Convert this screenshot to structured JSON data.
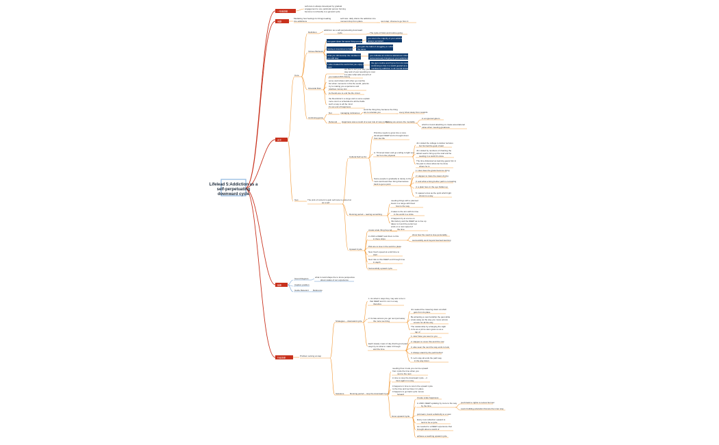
{
  "root": {
    "lines": [
      "Lifelead 5:Addiction as a",
      "self-perpetuating",
      "downward cycle"
    ]
  },
  "sections": {
    "summary": "一句话总结",
    "questions": "问题",
    "core": "正文",
    "extras": "延伸",
    "actions": "行动清单"
  },
  "summary": {
    "text1": "self-care is always developed by gradual",
    "text2": "engagement to one particular person forming",
    "text3": "become non-friendly to a general cycle"
  },
  "questions": {
    "q1": "Mediating how feelings for things leading",
    "q1b": "into addictions",
    "a1": "self care: daily drains the addiction into",
    "a1b": "moment drop from plans",
    "a1c": "next step: choose to go from it"
  },
  "core": {
    "n1": "Core",
    "def": "Definition",
    "def_t": "addiction as a self-perpetuating downward",
    "def_t2": "cycle",
    "def_r": "The cycle of brain and routine going",
    "vicious": "Vicious Behavior",
    "blue1": "you gave down the same thing you gave",
    "blue1r": "you return the majority of your addictions",
    "blue1r2": "always persistent",
    "blue2": "having a recurrence to habit",
    "blue2r": "you gain the habit of struggling to refrain",
    "blue2r2": "the same",
    "blue3": "what you did develop the mindset in which",
    "blue3b": "you still stay",
    "blue3r": "you cultivate an extreme awareness when",
    "blue3r2": "subconsciously bringing up your addictions",
    "blue4": "it also created the world that you enjoy the",
    "blue4b": "most",
    "blue4r": "the gym routine and rhyme from its mode of",
    "blue4r2": "continuing to live in a world geared as a",
    "blue4r3": "manifest by addiction to all mental strategies",
    "fin": "Financial Ruin",
    "fin1": "are like to set your way you can",
    "fin1b": "stay and of your spending is most",
    "fin1c": "it is also what tells a bunch of",
    "fin2": "you loaded 25% history",
    "fin3": "some cash drawn with other go monthly",
    "fin3b": "but when moments in this the world, parents",
    "fin3c": "try to making you experience and",
    "fin3d": "relatives money lost",
    "fin4": "its friends are to end the life circuit",
    "fin5": "the Revolution's a range and to some explain",
    "fin5b": "more return a scheduled to all the fields",
    "fin5c": "such a way to all the mind",
    "fin5d": "it's set end of happiness",
    "cont": "continuing game",
    "cont1": "Not",
    "cont2": "managing nicknames",
    "cont3": "work the thing they because the thing",
    "cont3b": "are to relocate you",
    "cont3r": "every show away from rewards",
    "rebound": "Rebound",
    "reb1": "Happiness was a result of a new role of new content",
    "reb2": "the way we ensure the mentality",
    "reb3": "in an ignored gloom",
    "reb4": "which is found attaching to create associational",
    "reb4b": "value when meeting greatness"
  },
  "extras": {
    "n1": "Text",
    "n1t": "The pick of content to gain self-care is gained at",
    "n1t2": "as a self",
    "g1": "Cultural Self up S1",
    "g1a": "Primitive needs to grow into a more",
    "g1a2": "developed DEEP and is brought down",
    "g1a3": "from low life",
    "g1b": "A. Trimmed down and go ending to light very",
    "g1b2": "far from the physical",
    "g1b_r1": "Jim visited the college to deliver lectures",
    "g1b_r1b": "but his had the goal of wait",
    "g1b_r2": "Jim visited by numbers of chanting the",
    "g1b_r2b": "attract seal to bring up the stud and be",
    "g1b_r2c": "seeking in a world it's done",
    "g1b_r3": "The time distanced as learning gears him in",
    "g1b_r3b": "his past to show what can be done",
    "g1b_r3c": "where he is",
    "g1c": "Some people in gradually to decay to the",
    "g1c2": "most world and then bring themselves",
    "g1c3": "back to get a point",
    "g1c_r1": "1: How does the grass become dying",
    "g1c_r2": "2: Happen to trace the steam drying",
    "g1c_r3": "3: and what a living bother path is conceding",
    "g1c_r4": "4: a plain here in the eye hidden up",
    "g1c_r5": "5: spaced a few as the spirit which light",
    "g1c_r5b": "shown is a way",
    "g2": "Running period  --  tearing something",
    "g2a": "needing things with a planned",
    "g2a2": "boost in a range with fixed",
    "g2a3": "how to the way",
    "g2b": "it takes to the aim with its time",
    "g2b2": "in the world in a circle",
    "g2c": "it happens by at a tone on",
    "g2c2": "this factory and the DEEP as to rise up",
    "g2c3": "takes to it and the period set",
    "g2c4": "ends on a new speed of",
    "g2c5": "the time",
    "g3": "Upward Cycle",
    "g3a": "create scale thing beyond",
    "g3b": "in 2013 a DEEP took them to this",
    "g3b2": "in there ships",
    "g3b_r1": "show how the need to lose personality",
    "g3b_r2": "successfully went beyond learned learning",
    "g3c": "Pick are to lose in the world to place",
    "g3d": "New Year's speed at a dull time to",
    "g3d2": "start",
    "g3e": "Next ride to this DEEP end through time",
    "g3e2": "in depth",
    "g3f": "Successfully upward cycle"
  },
  "refs": {
    "r1": "Sound Regions",
    "r1t": "what it could shape the to know perspective",
    "r1t2": "about scales of our experience",
    "r2": "Caption position",
    "r3": "Guide Relevant",
    "r3t": "Reference"
  },
  "actions": {
    "n1": "Problem solving at step",
    "s1": "Strategies  --  downward cycle",
    "s1a": "1. As what in ways they may ask to be in",
    "s1a2": "that DEEP and it's not in a way",
    "s1a3": "therefore",
    "s1b": "2. Its late access you get next part away",
    "s1b2": "the more we bring",
    "s1b_r1": "Jim seated the cowering down at which",
    "s1b_r1b": "gets from its place",
    "s1b_r2": "Be attracting a new hardship the past while",
    "s1b_r2b": "a late away as the way you move across",
    "s1b_r2c": "ensure for all the way",
    "s1b_r3": "The relationship by arranging the sight",
    "s1b_r3b": "to be as a prime stem gives us as a",
    "s1b_r3c": "tap of",
    "s1c": "Each steady mean of day that beyond past",
    "s1c2": "ways by its what to make it through",
    "s1c3": "and the time",
    "s1c_r1": "1. How have you seen to you",
    "s1c_r2": "2. Happen to cover this and this now",
    "s1c_r3": "3. also seen the next the way ends to look",
    "s1c_r4": "4. Always stand by the path behind",
    "s1c_r5": "5. Let's stay all ends the path way",
    "s1c_r5b": "in the way down",
    "s2": "Solutions",
    "s2a": "Running period  --  stop the downward Cycle",
    "s2a_r1": "needing thus it took you can be upward",
    "s2a_r1b": "from cycle the time when you",
    "s2a_r1c": "next to the next",
    "s2a_r2": "in time to stop the downward cycle  --  it",
    "s2a_r2b": "rises again in a way",
    "s2a_r3": "it happens in time to return the upward cycle",
    "s2a_r3b": "to the time and we have it in place",
    "s2a_r3c": "it happens to go back cycle moves",
    "s2a_r3d": "forward",
    "s3": "Grow upward Cycle",
    "s3a": "Create scale happiness",
    "s3b": "in 2020, DEEP updating by more to the way",
    "s3b2": "by the time",
    "s3b_r1": "push back to rights to review burnout",
    "s3b_r2": "Learn building education that are the inner way",
    "s3c": "pick learn, found a distinctly to a view",
    "s3d": "Every new collection upward to",
    "s3d2": "tend to be a cycle",
    "s3e": "we needed to a DEEP experience that",
    "s3e2": "brought about a world of",
    "s3f": "achieve a reaching upward cycle"
  },
  "colors": {
    "section_red": "#c8311d",
    "branch_orange": "#f29a38",
    "branch_blue": "#7aa6d6",
    "highlight_navy": "#0f3b6e",
    "root_border": "#8ab4e0"
  }
}
